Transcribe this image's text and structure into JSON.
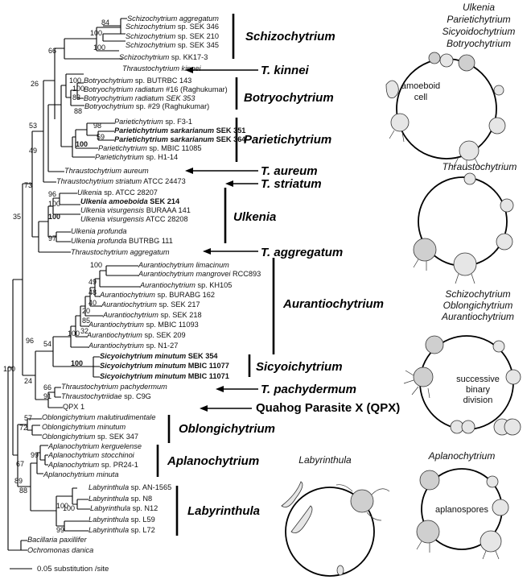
{
  "taxa": [
    {
      "segs": [
        {
          "t": "Schizochytrium aggregatum",
          "i": true
        }
      ],
      "b": false
    },
    {
      "segs": [
        {
          "t": "Schizochytrium",
          "i": true
        },
        {
          "t": " sp. SEK 346",
          "i": false
        }
      ],
      "b": false
    },
    {
      "segs": [
        {
          "t": "Schizochytrium",
          "i": true
        },
        {
          "t": " sp. SEK 210",
          "i": false
        }
      ],
      "b": false
    },
    {
      "segs": [
        {
          "t": "Schizochytrium",
          "i": true
        },
        {
          "t": " sp. SEK 345",
          "i": false
        }
      ],
      "b": false
    },
    {
      "segs": [
        {
          "t": "Schizochytrium",
          "i": true
        },
        {
          "t": " sp. KK17-3",
          "i": false
        }
      ],
      "b": false
    },
    {
      "segs": [
        {
          "t": "Thraustochytrium kinnei",
          "i": true
        }
      ],
      "b": false
    },
    {
      "segs": [
        {
          "t": "Botryochytrium",
          "i": true
        },
        {
          "t": " sp. BUTRBC 143",
          "i": false
        }
      ],
      "b": false
    },
    {
      "segs": [
        {
          "t": "Botryochytrium radiatum",
          "i": true
        },
        {
          "t": " #16 (Raghukumar)",
          "i": false
        }
      ],
      "b": false
    },
    {
      "segs": [
        {
          "t": "Botryochytrium radiatum SEK 353",
          "i": true
        }
      ],
      "b": false
    },
    {
      "segs": [
        {
          "t": "Botryochytrium",
          "i": true
        },
        {
          "t": " sp. #29 (Raghukumar)",
          "i": false
        }
      ],
      "b": false
    },
    {
      "segs": [
        {
          "t": "Parietichytrium",
          "i": true
        },
        {
          "t": " sp. F3-1",
          "i": false
        }
      ],
      "b": false
    },
    {
      "segs": [
        {
          "t": "Parietichytrium sarkarianum",
          "i": true
        },
        {
          "t": " SEK 351",
          "i": false
        }
      ],
      "b": true
    },
    {
      "segs": [
        {
          "t": "Parietichytrium sarkarianum",
          "i": true
        },
        {
          "t": " SEK 364",
          "i": false
        }
      ],
      "b": true
    },
    {
      "segs": [
        {
          "t": "Parietichytrium",
          "i": true
        },
        {
          "t": " sp. MBIC 11085",
          "i": false
        }
      ],
      "b": false
    },
    {
      "segs": [
        {
          "t": "Parietichytrium",
          "i": true
        },
        {
          "t": " sp. H1-14",
          "i": false
        }
      ],
      "b": false
    },
    {
      "segs": [
        {
          "t": "Thraustochytrium aureum",
          "i": true
        }
      ],
      "b": false
    },
    {
      "segs": [
        {
          "t": "Thraustochytrium striatum",
          "i": true
        },
        {
          "t": " ATCC 24473",
          "i": false
        }
      ],
      "b": false
    },
    {
      "segs": [
        {
          "t": "Ulkenia",
          "i": true
        },
        {
          "t": " sp. ATCC 28207",
          "i": false
        }
      ],
      "b": false
    },
    {
      "segs": [
        {
          "t": "Ulkenia amoeboida",
          "i": true
        },
        {
          "t": " SEK 214",
          "i": false
        }
      ],
      "b": true
    },
    {
      "segs": [
        {
          "t": "Ulkenia visurgensis",
          "i": true
        },
        {
          "t": " BURAAA 141",
          "i": false
        }
      ],
      "b": false
    },
    {
      "segs": [
        {
          "t": "Ulkenia visurgensis",
          "i": true
        },
        {
          "t": " ATCC 28208",
          "i": false
        }
      ],
      "b": false
    },
    {
      "segs": [
        {
          "t": "Ulkenia profunda",
          "i": true
        }
      ],
      "b": false
    },
    {
      "segs": [
        {
          "t": "Ulkenia profunda",
          "i": true
        },
        {
          "t": " BUTRBG 111",
          "i": false
        }
      ],
      "b": false
    },
    {
      "segs": [
        {
          "t": "Thraustochytrium aggregatum",
          "i": true
        }
      ],
      "b": false
    },
    {
      "segs": [
        {
          "t": "Aurantiochytrium limacinum",
          "i": true
        }
      ],
      "b": false
    },
    {
      "segs": [
        {
          "t": "Aurantiochytrium mangrovei",
          "i": true
        },
        {
          "t": " RCC893",
          "i": false
        }
      ],
      "b": false
    },
    {
      "segs": [
        {
          "t": "Aurantiochytrium",
          "i": true
        },
        {
          "t": " sp. KH105",
          "i": false
        }
      ],
      "b": false
    },
    {
      "segs": [
        {
          "t": "Aurantiochytrium",
          "i": true
        },
        {
          "t": " sp. BURABG 162",
          "i": false
        }
      ],
      "b": false
    },
    {
      "segs": [
        {
          "t": "Aurantiochytrium",
          "i": true
        },
        {
          "t": " sp. SEK 217",
          "i": false
        }
      ],
      "b": false
    },
    {
      "segs": [
        {
          "t": "Aurantiochytrium",
          "i": true
        },
        {
          "t": " sp. SEK 218",
          "i": false
        }
      ],
      "b": false
    },
    {
      "segs": [
        {
          "t": "Aurantiochytrium",
          "i": true
        },
        {
          "t": " sp. MBIC 11093",
          "i": false
        }
      ],
      "b": false
    },
    {
      "segs": [
        {
          "t": "Aurantiochytrium",
          "i": true
        },
        {
          "t": " sp. SEK 209",
          "i": false
        }
      ],
      "b": false
    },
    {
      "segs": [
        {
          "t": "Aurantiochytrium",
          "i": true
        },
        {
          "t": " sp. N1-27",
          "i": false
        }
      ],
      "b": false
    },
    {
      "segs": [
        {
          "t": "Sicyoichytrium minutum",
          "i": true
        },
        {
          "t": " SEK 354",
          "i": false
        }
      ],
      "b": true
    },
    {
      "segs": [
        {
          "t": "Sicyoichytrium minutum",
          "i": true
        },
        {
          "t": " MBIC 11077",
          "i": false
        }
      ],
      "b": true
    },
    {
      "segs": [
        {
          "t": "Sicyoichytrium minutum",
          "i": true
        },
        {
          "t": " MBIC 11071",
          "i": false
        }
      ],
      "b": true
    },
    {
      "segs": [
        {
          "t": "Thraustochytrium pachydermum",
          "i": true
        }
      ],
      "b": false
    },
    {
      "segs": [
        {
          "t": "Thraustochytriidae",
          "i": true
        },
        {
          "t": " sp. C9G",
          "i": false
        }
      ],
      "b": false
    },
    {
      "segs": [
        {
          "t": "QPX 1",
          "i": false
        }
      ],
      "b": false
    },
    {
      "segs": [
        {
          "t": "Oblongichytrium malutirudimentale",
          "i": true
        }
      ],
      "b": false
    },
    {
      "segs": [
        {
          "t": "Oblongichytrium minutum",
          "i": true
        }
      ],
      "b": false
    },
    {
      "segs": [
        {
          "t": "Oblongichytrium",
          "i": true
        },
        {
          "t": " sp. SEK 347",
          "i": false
        }
      ],
      "b": false
    },
    {
      "segs": [
        {
          "t": "Aplanochytrium kerguelense",
          "i": true
        }
      ],
      "b": false
    },
    {
      "segs": [
        {
          "t": "Aplanochytrium stocchinoi",
          "i": true
        }
      ],
      "b": false
    },
    {
      "segs": [
        {
          "t": "Aplanochytrium",
          "i": true
        },
        {
          "t": " sp. PR24-1",
          "i": false
        }
      ],
      "b": false
    },
    {
      "segs": [
        {
          "t": "Aplanochytrium minuta",
          "i": true
        }
      ],
      "b": false
    },
    {
      "segs": [
        {
          "t": "Labyrinthula",
          "i": true
        },
        {
          "t": " sp. AN-1565",
          "i": false
        }
      ],
      "b": false
    },
    {
      "segs": [
        {
          "t": "Labyrinthula",
          "i": true
        },
        {
          "t": " sp. N8",
          "i": false
        }
      ],
      "b": false
    },
    {
      "segs": [
        {
          "t": "Labyrinthula",
          "i": true
        },
        {
          "t": " sp. N12",
          "i": false
        }
      ],
      "b": false
    },
    {
      "segs": [
        {
          "t": "Labyrinthula",
          "i": true
        },
        {
          "t": " sp. L59",
          "i": false
        }
      ],
      "b": false
    },
    {
      "segs": [
        {
          "t": "Labyrinthula",
          "i": true
        },
        {
          "t": " sp. L72",
          "i": false
        }
      ],
      "b": false
    },
    {
      "segs": [
        {
          "t": "Bacillaria paxillifer",
          "i": true
        }
      ],
      "b": false
    },
    {
      "segs": [
        {
          "t": "Ochromonas danica",
          "i": true
        }
      ],
      "b": false
    }
  ],
  "bootstraps": [
    {
      "v": "84",
      "b": false
    },
    {
      "v": "100",
      "b": false
    },
    {
      "v": "100",
      "b": false
    },
    {
      "v": "66",
      "b": false
    },
    {
      "v": "100",
      "b": false
    },
    {
      "v": "26",
      "b": false
    },
    {
      "v": "100",
      "b": false
    },
    {
      "v": "83",
      "b": false
    },
    {
      "v": "88",
      "b": false
    },
    {
      "v": "98",
      "b": false
    },
    {
      "v": "59",
      "b": false
    },
    {
      "v": "100",
      "b": true
    },
    {
      "v": "53",
      "b": false
    },
    {
      "v": "49",
      "b": false
    },
    {
      "v": "73",
      "b": false
    },
    {
      "v": "96",
      "b": false
    },
    {
      "v": "100",
      "b": false
    },
    {
      "v": "100",
      "b": true
    },
    {
      "v": "97",
      "b": false
    },
    {
      "v": "35",
      "b": false
    },
    {
      "v": "100",
      "b": false
    },
    {
      "v": "49",
      "b": false
    },
    {
      "v": "48",
      "b": false
    },
    {
      "v": "40",
      "b": false
    },
    {
      "v": "20",
      "b": false
    },
    {
      "v": "85",
      "b": false
    },
    {
      "v": "32",
      "b": false
    },
    {
      "v": "100",
      "b": false
    },
    {
      "v": "54",
      "b": false
    },
    {
      "v": "100",
      "b": true
    },
    {
      "v": "96",
      "b": false
    },
    {
      "v": "66",
      "b": false
    },
    {
      "v": "91",
      "b": false
    },
    {
      "v": "24",
      "b": false
    },
    {
      "v": "100",
      "b": false
    },
    {
      "v": "57",
      "b": false
    },
    {
      "v": "72",
      "b": false
    },
    {
      "v": "99",
      "b": false
    },
    {
      "v": "67",
      "b": false
    },
    {
      "v": "89",
      "b": false
    },
    {
      "v": "88",
      "b": false
    },
    {
      "v": "100",
      "b": false
    },
    {
      "v": "100",
      "b": false
    },
    {
      "v": "99",
      "b": false
    }
  ],
  "clades": [
    {
      "label": "Schizochytrium",
      "italic": true
    },
    {
      "label": "T. kinnei",
      "italic": true
    },
    {
      "label": "Botryochytrium",
      "italic": true
    },
    {
      "label": "Parietichytrium",
      "italic": true
    },
    {
      "label": "T. aureum",
      "italic": true
    },
    {
      "label": "T. striatum",
      "italic": true
    },
    {
      "label": "Ulkenia",
      "italic": true
    },
    {
      "label": "T. aggregatum",
      "italic": true
    },
    {
      "label": "Aurantiochytrium",
      "italic": true
    },
    {
      "label": "Sicyoichytrium",
      "italic": true
    },
    {
      "label": "T. pachydermum",
      "italic": true
    },
    {
      "label": "Quahog Parasite X (QPX)",
      "italic": false
    },
    {
      "label": "Oblongichytrium",
      "italic": true
    },
    {
      "label": "Aplanochytrium",
      "italic": true
    },
    {
      "label": "Labyrinthula",
      "italic": true
    }
  ],
  "cycles": {
    "c1_titles": [
      "Ulkenia",
      "Parietichytrium",
      "Sicyoidochytrium",
      "Botryochytrium"
    ],
    "c1_label": "amoeboid",
    "c1_label2": "cell",
    "c2_title": "Thraustochytrium",
    "c3_titles": [
      "Schizochytrium",
      "Oblongichytrium",
      "Aurantiochytrium"
    ],
    "c3_label": [
      "successive",
      "binary",
      "division"
    ],
    "c4_title": "Aplanochytrium",
    "c4_label": "aplanospores",
    "c5_title": "Labyrinthula"
  },
  "scale": {
    "label": "0.05 substitution /site"
  }
}
